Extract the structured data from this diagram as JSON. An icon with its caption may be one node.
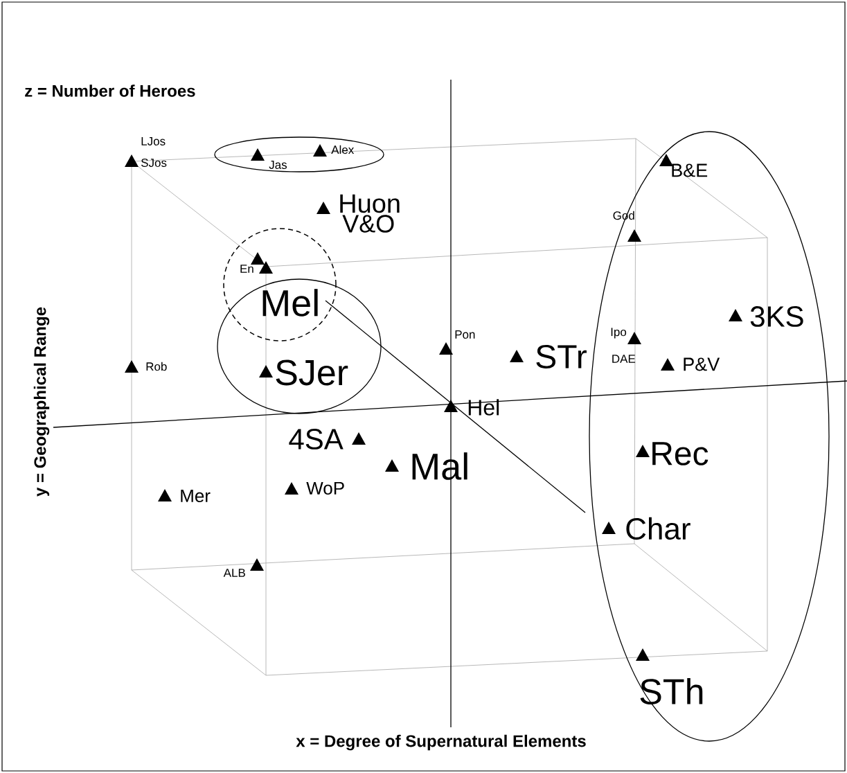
{
  "diagram": {
    "labels": [
      "z = Number of Heroes",
      "LJos",
      "Alex",
      "SJos",
      "Jas",
      "B&E",
      "Huon",
      "God",
      "V&O",
      "En",
      "Mel",
      "3KS",
      "Ipo",
      "Pon",
      "STr",
      "DAE",
      "P&V",
      "Rob",
      "SJer",
      "y = Geographical Range",
      "Hel",
      "4SA",
      "Rec",
      "Mal",
      "Mer",
      "WoP",
      "Char",
      "ALB",
      "STh",
      "x = Degree of Supernatural Elements"
    ]
  }
}
